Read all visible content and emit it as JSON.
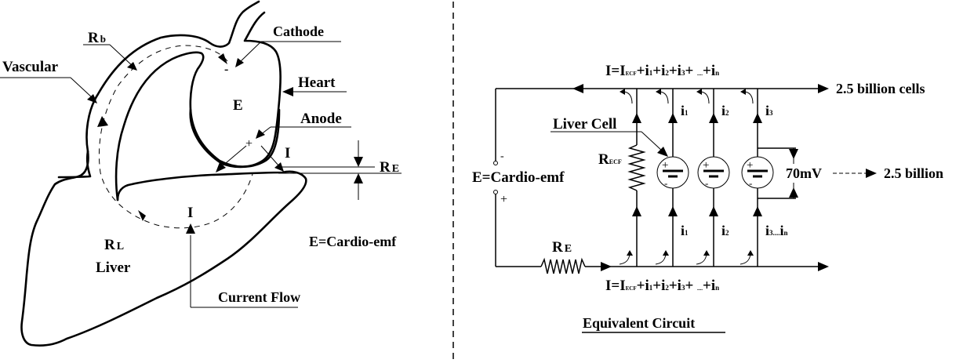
{
  "anatomy": {
    "labels": {
      "vascular": "Vascular",
      "rb_main": "R",
      "rb_sub": "b",
      "cathode": "Cathode",
      "cathode_sign": "-",
      "heart": "Heart",
      "emf_symbol": "E",
      "anode": "Anode",
      "anode_sign": "+",
      "current_top": "I",
      "re_main": "R",
      "re_sub": "E",
      "current_bottom": "I",
      "rl_main": "R",
      "rl_sub": "L",
      "liver": "Liver",
      "current_flow": "Current Flow",
      "emf_caption": "E=Cardio-emf"
    }
  },
  "circuit": {
    "equation_top": {
      "lhs": "I=",
      "i_main": "I",
      "i_sub": "ECF",
      "terms": [
        "+i",
        "1",
        "+i",
        "2",
        "+i",
        "3",
        "+ ",
        "....",
        "+i",
        "n"
      ]
    },
    "equation_bottom": {
      "lhs": "I=",
      "i_main": "I",
      "i_sub": "ECF",
      "terms": [
        "+i",
        "1",
        "+i",
        "2",
        "+i",
        "3",
        "+ ",
        "....",
        "+i",
        "n"
      ]
    },
    "output_top": "2.5 billion cells",
    "output_right": "2.5 billion",
    "voltage": "70mV",
    "liver_cell": "Liver Cell",
    "recf_main": "R",
    "recf_sub": "ECF",
    "source_label": "E=Cardio-emf",
    "source_minus": "-",
    "source_plus": "+",
    "re_main": "R",
    "re_sub": "E",
    "branch_top": [
      {
        "main": "i",
        "sub": "1"
      },
      {
        "main": "i",
        "sub": "2"
      },
      {
        "main": "i",
        "sub": "3"
      }
    ],
    "branch_bottom": [
      {
        "main": "i",
        "sub": "1"
      },
      {
        "main": "i",
        "sub": "2"
      },
      {
        "main": "i",
        "sub": "3....",
        "tail_main": "i",
        "tail_sub": "n"
      }
    ],
    "cell_plus": "+",
    "cell_minus": "-",
    "caption": "Equivalent Circuit"
  }
}
